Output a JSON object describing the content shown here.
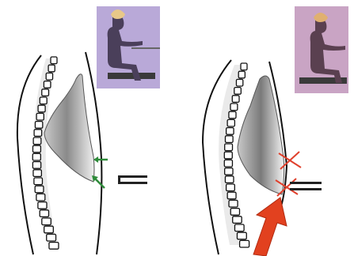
{
  "panels": [
    {
      "id": "left",
      "state": "normal",
      "icon": "seated-rowing-figure-photo"
    },
    {
      "id": "right",
      "state": "restricted",
      "icon": "seated-rowing-figure-photo"
    }
  ],
  "colors": {
    "outline": "#111111",
    "vertebra_fill": "#ffffff",
    "shadow": "#9a9a9a",
    "photo_bg": "#b8a9d6",
    "green_arrow": "#2e8b3a",
    "red_mark": "#e0402c",
    "red_arrow": "#e2411f",
    "scapula_light": "#f0f0f0",
    "scapula_dark": "#7d7d7d"
  },
  "icons": {
    "left_arrows": "green-arrow-icon",
    "right_marks": "red-x-icon",
    "right_push": "red-arrow-icon",
    "connector": "double-bar-icon"
  }
}
